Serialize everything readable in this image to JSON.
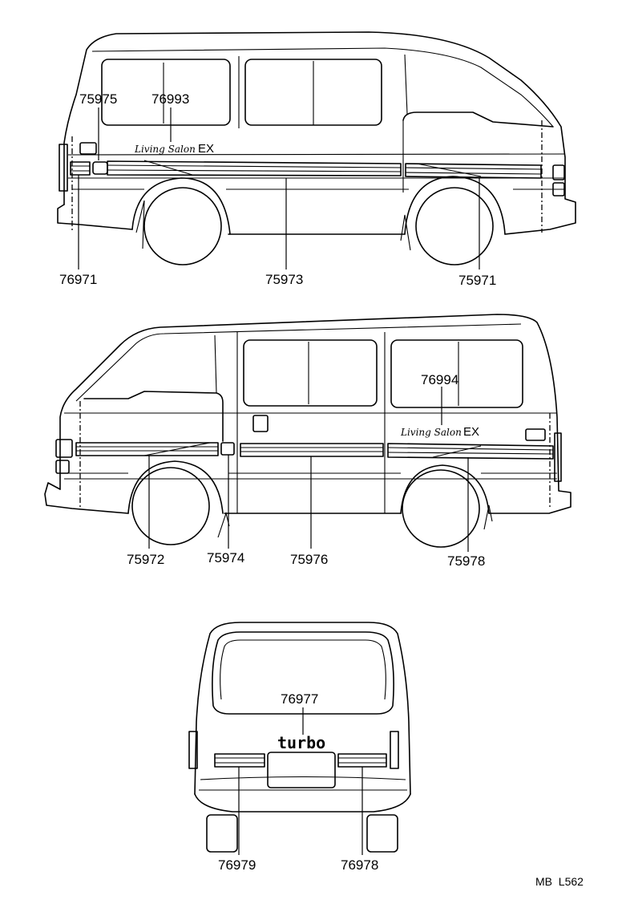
{
  "emblems": {
    "script_main": "Living Salon",
    "script_suffix": "EX",
    "rear_badge": "turbo"
  },
  "parts": {
    "p75975": "75975",
    "p76993": "76993",
    "p76971": "76971",
    "p75973": "75973",
    "p75971": "75971",
    "p76994": "76994",
    "p75972": "75972",
    "p75974": "75974",
    "p75976": "75976",
    "p75978": "75978",
    "p76977": "76977",
    "p76979": "76979",
    "p76978": "76978"
  },
  "figure_code": "MB  L562"
}
